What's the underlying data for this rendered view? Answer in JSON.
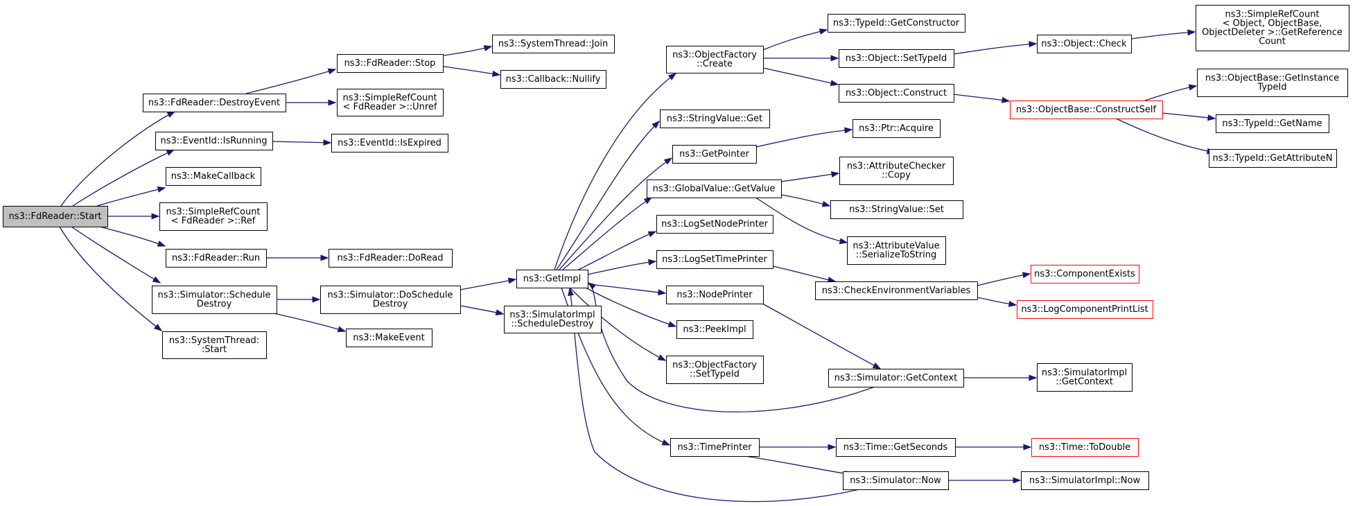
{
  "graph": {
    "edge_color": "#191970",
    "root_fill": "#bfbfbf",
    "alert_border": "#ff0000",
    "nodes": [
      {
        "id": "start",
        "lines": [
          "ns3::FdReader::Start"
        ],
        "style": "root"
      },
      {
        "id": "destroyEvent",
        "lines": [
          "ns3::FdReader::DestroyEvent"
        ]
      },
      {
        "id": "stop",
        "lines": [
          "ns3::FdReader::Stop"
        ]
      },
      {
        "id": "sysJoin",
        "lines": [
          "ns3::SystemThread::Join"
        ]
      },
      {
        "id": "nullify",
        "lines": [
          "ns3::Callback::Nullify"
        ]
      },
      {
        "id": "unref",
        "lines": [
          "ns3::SimpleRefCount",
          "< FdReader >::Unref"
        ]
      },
      {
        "id": "isRunning",
        "lines": [
          "ns3::EventId::IsRunning"
        ]
      },
      {
        "id": "isExpired",
        "lines": [
          "ns3::EventId::IsExpired"
        ]
      },
      {
        "id": "makeCallback",
        "lines": [
          "ns3::MakeCallback"
        ]
      },
      {
        "id": "ref",
        "lines": [
          "ns3::SimpleRefCount",
          "< FdReader >::Ref"
        ]
      },
      {
        "id": "run",
        "lines": [
          "ns3::FdReader::Run"
        ]
      },
      {
        "id": "doRead",
        "lines": [
          "ns3::FdReader::DoRead"
        ]
      },
      {
        "id": "schedDestroy",
        "lines": [
          "ns3::Simulator::Schedule",
          "Destroy"
        ]
      },
      {
        "id": "doSchedDestroy",
        "lines": [
          "ns3::Simulator::DoSchedule",
          "Destroy"
        ]
      },
      {
        "id": "makeEvent",
        "lines": [
          "ns3::MakeEvent"
        ]
      },
      {
        "id": "sysStart",
        "lines": [
          "ns3::SystemThread:",
          ":Start"
        ]
      },
      {
        "id": "getImpl",
        "lines": [
          "ns3::GetImpl"
        ]
      },
      {
        "id": "implSchedDestroy",
        "lines": [
          "ns3::SimulatorImpl",
          "::ScheduleDestroy"
        ]
      },
      {
        "id": "ofCreate",
        "lines": [
          "ns3::ObjectFactory",
          "::Create"
        ]
      },
      {
        "id": "stringGet",
        "lines": [
          "ns3::StringValue::Get"
        ]
      },
      {
        "id": "getPointer",
        "lines": [
          "ns3::GetPointer"
        ]
      },
      {
        "id": "gvGetValue",
        "lines": [
          "ns3::GlobalValue::GetValue"
        ]
      },
      {
        "id": "logNodePrinter",
        "lines": [
          "ns3::LogSetNodePrinter"
        ]
      },
      {
        "id": "logTimePrinter",
        "lines": [
          "ns3::LogSetTimePrinter"
        ]
      },
      {
        "id": "nodePrinter",
        "lines": [
          "ns3::NodePrinter"
        ]
      },
      {
        "id": "peekImpl",
        "lines": [
          "ns3::PeekImpl"
        ]
      },
      {
        "id": "ofSetTypeId",
        "lines": [
          "ns3::ObjectFactory",
          "::SetTypeId"
        ]
      },
      {
        "id": "timePrinter",
        "lines": [
          "ns3::TimePrinter"
        ]
      },
      {
        "id": "getConstructor",
        "lines": [
          "ns3::TypeId::GetConstructor"
        ]
      },
      {
        "id": "objSetTypeId",
        "lines": [
          "ns3::Object::SetTypeId"
        ]
      },
      {
        "id": "objConstruct",
        "lines": [
          "ns3::Object::Construct"
        ]
      },
      {
        "id": "ptrAcquire",
        "lines": [
          "ns3::Ptr::Acquire"
        ]
      },
      {
        "id": "attrCheckerCopy",
        "lines": [
          "ns3::AttributeChecker",
          "::Copy"
        ]
      },
      {
        "id": "stringSet",
        "lines": [
          "ns3::StringValue::Set"
        ]
      },
      {
        "id": "attrSerialize",
        "lines": [
          "ns3::AttributeValue",
          "::SerializeToString"
        ]
      },
      {
        "id": "checkEnv",
        "lines": [
          "ns3::CheckEnvironmentVariables"
        ]
      },
      {
        "id": "simGetContext",
        "lines": [
          "ns3::Simulator::GetContext"
        ]
      },
      {
        "id": "timeGetSeconds",
        "lines": [
          "ns3::Time::GetSeconds"
        ]
      },
      {
        "id": "simNow",
        "lines": [
          "ns3::Simulator::Now"
        ]
      },
      {
        "id": "objCheck",
        "lines": [
          "ns3::Object::Check"
        ]
      },
      {
        "id": "constructSelf",
        "lines": [
          "ns3::ObjectBase::ConstructSelf"
        ],
        "style": "red"
      },
      {
        "id": "componentExists",
        "lines": [
          "ns3::ComponentExists"
        ],
        "style": "red"
      },
      {
        "id": "logComponentPrintList",
        "lines": [
          "ns3::LogComponentPrintList"
        ],
        "style": "red"
      },
      {
        "id": "implGetContext",
        "lines": [
          "ns3::SimulatorImpl",
          "::GetContext"
        ]
      },
      {
        "id": "timeToDouble",
        "lines": [
          "ns3::Time::ToDouble"
        ],
        "style": "red"
      },
      {
        "id": "implNow",
        "lines": [
          "ns3::SimulatorImpl::Now"
        ]
      },
      {
        "id": "getRefCount",
        "lines": [
          "ns3::SimpleRefCount",
          "< Object, ObjectBase,",
          "ObjectDeleter >::GetReference",
          "Count"
        ]
      },
      {
        "id": "getInstanceTypeId",
        "lines": [
          "ns3::ObjectBase::GetInstance",
          "TypeId"
        ]
      },
      {
        "id": "typeGetName",
        "lines": [
          "ns3::TypeId::GetName"
        ]
      },
      {
        "id": "typeGetAttributeN",
        "lines": [
          "ns3::TypeId::GetAttributeN"
        ]
      }
    ],
    "edges": [
      [
        "start",
        "destroyEvent"
      ],
      [
        "start",
        "isRunning"
      ],
      [
        "start",
        "makeCallback"
      ],
      [
        "start",
        "ref"
      ],
      [
        "start",
        "run"
      ],
      [
        "start",
        "schedDestroy"
      ],
      [
        "start",
        "sysStart"
      ],
      [
        "destroyEvent",
        "stop"
      ],
      [
        "destroyEvent",
        "unref"
      ],
      [
        "stop",
        "sysJoin"
      ],
      [
        "stop",
        "nullify"
      ],
      [
        "isRunning",
        "isExpired"
      ],
      [
        "run",
        "doRead"
      ],
      [
        "schedDestroy",
        "doSchedDestroy"
      ],
      [
        "schedDestroy",
        "makeEvent"
      ],
      [
        "doSchedDestroy",
        "getImpl"
      ],
      [
        "doSchedDestroy",
        "implSchedDestroy"
      ],
      [
        "getImpl",
        "ofCreate"
      ],
      [
        "getImpl",
        "stringGet"
      ],
      [
        "getImpl",
        "getPointer"
      ],
      [
        "getImpl",
        "gvGetValue"
      ],
      [
        "getImpl",
        "logNodePrinter"
      ],
      [
        "getImpl",
        "logTimePrinter"
      ],
      [
        "getImpl",
        "nodePrinter"
      ],
      [
        "getImpl",
        "peekImpl"
      ],
      [
        "getImpl",
        "ofSetTypeId"
      ],
      [
        "getImpl",
        "timePrinter"
      ],
      [
        "ofCreate",
        "getConstructor"
      ],
      [
        "ofCreate",
        "objSetTypeId"
      ],
      [
        "ofCreate",
        "objConstruct"
      ],
      [
        "objSetTypeId",
        "objCheck"
      ],
      [
        "objCheck",
        "getRefCount"
      ],
      [
        "objConstruct",
        "constructSelf"
      ],
      [
        "constructSelf",
        "getInstanceTypeId"
      ],
      [
        "constructSelf",
        "typeGetName"
      ],
      [
        "constructSelf",
        "typeGetAttributeN"
      ],
      [
        "getPointer",
        "ptrAcquire"
      ],
      [
        "gvGetValue",
        "attrCheckerCopy"
      ],
      [
        "gvGetValue",
        "stringSet"
      ],
      [
        "gvGetValue",
        "attrSerialize"
      ],
      [
        "logTimePrinter",
        "checkEnv"
      ],
      [
        "checkEnv",
        "componentExists"
      ],
      [
        "checkEnv",
        "logComponentPrintList"
      ],
      [
        "nodePrinter",
        "simGetContext"
      ],
      [
        "simGetContext",
        "getImpl"
      ],
      [
        "simGetContext",
        "implGetContext"
      ],
      [
        "timePrinter",
        "timeGetSeconds"
      ],
      [
        "timePrinter",
        "simNow"
      ],
      [
        "timeGetSeconds",
        "timeToDouble"
      ],
      [
        "simNow",
        "getImpl"
      ],
      [
        "simNow",
        "implNow"
      ]
    ]
  }
}
